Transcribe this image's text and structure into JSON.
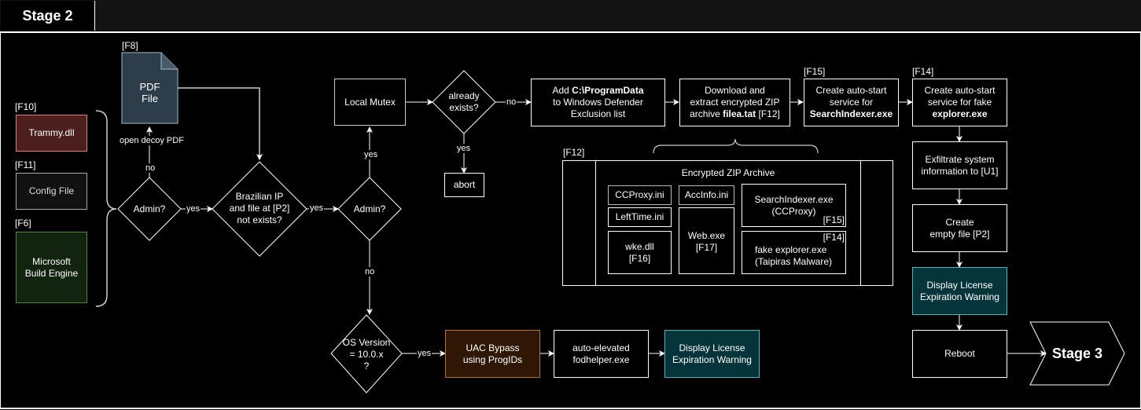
{
  "stage_title": "Stage 2",
  "next_stage": "Stage 3",
  "colors": {
    "background": "#000000",
    "header_band": "#131313",
    "line": "#ffffff",
    "trammy_fill": "#4a1f1d",
    "trammy_border": "#e07b75",
    "config_fill": "#111111",
    "config_border": "#aaaaaa",
    "msbuild_fill": "#12230f",
    "msbuild_border": "#4e8a33",
    "pdf_fill": "#2e3d4a",
    "pdf_border": "#9fbcd4",
    "uac_fill": "#2f1706",
    "uac_border": "#b8742c",
    "warning_fill": "#05353a",
    "warning_border": "#4fb4bd"
  },
  "inputs": [
    {
      "tag": "[F10]",
      "label": "Trammy.dll"
    },
    {
      "tag": "[F11]",
      "label": "Config File"
    },
    {
      "tag": "[F6]",
      "label": "Microsoft Build Engine"
    }
  ],
  "pdf": {
    "tag": "[F8]",
    "label_line1": "PDF",
    "label_line2": "File",
    "edge_label": "open decoy PDF"
  },
  "decisions": {
    "admin1": "Admin?",
    "brazil": {
      "line1": "Brazilian IP",
      "line2": "and file at [P2]",
      "line3": "not exists?"
    },
    "admin2": "Admin?",
    "mutex_exists": {
      "line1": "already",
      "line2": "exists?"
    },
    "os_version": {
      "line1": "OS Version",
      "line2": "= 10.0.x",
      "line3": "?"
    }
  },
  "edge_labels": {
    "no": "no",
    "yes": "yes"
  },
  "steps": {
    "local_mutex": "Local Mutex",
    "abort": "abort",
    "defender": {
      "pre": "Add ",
      "bold": "C:\\ProgramData",
      "line2": "to Windows Defender",
      "line3": "Exclusion list"
    },
    "download": {
      "line1": "Download and",
      "line2": "extract encrypted ZIP",
      "pre3": "archive ",
      "bold3": "filea.tat",
      "post3": " [F12]"
    },
    "service_search": {
      "tag": "[F15]",
      "line1": "Create auto-start",
      "line2": "service for",
      "bold3": "SearchIndexer.exe"
    },
    "service_explorer": {
      "tag": "[F14]",
      "line1": "Create auto-start",
      "line2": "service for fake",
      "bold3": "explorer.exe"
    },
    "exfiltrate": {
      "line1": "Exfiltrate system",
      "line2": "information to [U1]"
    },
    "empty_file": {
      "line1": "Create",
      "line2": "empty file [P2]"
    },
    "license_warning_right": {
      "line1": "Display License",
      "line2": "Expiration Warning"
    },
    "reboot": "Reboot",
    "uac": {
      "line1": "UAC Bypass",
      "line2": "using ProgIDs"
    },
    "fodhelper": {
      "line1": "auto-elevated",
      "line2": "fodhelper.exe"
    },
    "license_warning_bottom": {
      "line1": "Display License",
      "line2": "Expiration Warning"
    }
  },
  "zip_archive": {
    "tag": "[F12]",
    "title": "Encrypted ZIP Archive",
    "files": [
      {
        "name": "CCProxy.ini"
      },
      {
        "name": "AccInfo.ini"
      },
      {
        "name": "LeftTime.ini"
      },
      {
        "name": "wke.dll",
        "tag": "[F16]"
      },
      {
        "name": "Web.exe",
        "tag": "[F17]"
      },
      {
        "name": "SearchIndexer.exe",
        "sub": "(CCProxy)",
        "tag": "[F15]"
      },
      {
        "name": "fake explorer.exe",
        "sub": "(Taipiras Malware)",
        "tag": "[F14]"
      }
    ]
  }
}
